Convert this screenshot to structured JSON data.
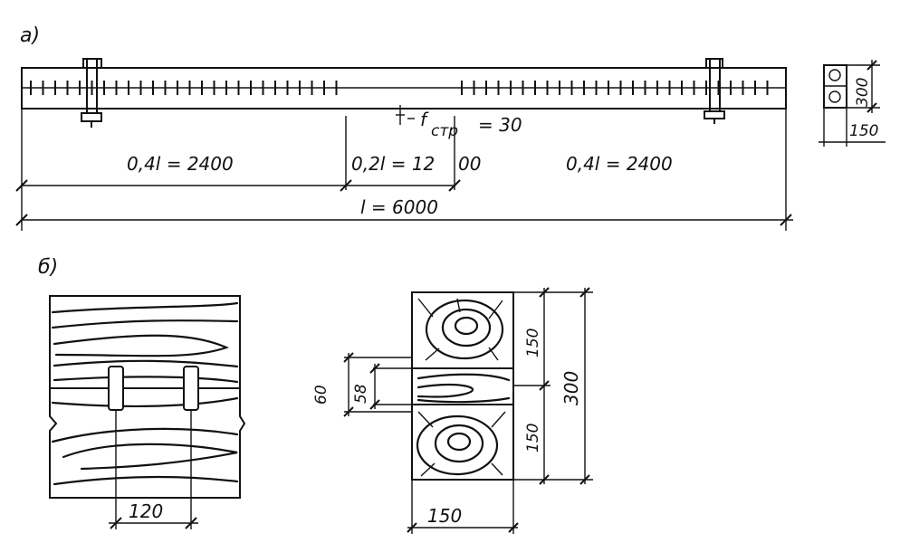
{
  "part_a": {
    "label": "а)",
    "deflection": "f",
    "deflection_sub": "стр",
    "deflection_value": "= 30",
    "dim_left": "0,4l = 2400",
    "dim_mid_a": "0,2l = 12",
    "dim_mid_b": "00",
    "dim_right": "0,4l = 2400",
    "dim_total": "l = 6000",
    "section_h": "300",
    "section_w": "150"
  },
  "part_b": {
    "label": "б)",
    "dowel_spacing": "120",
    "dim_60": "60",
    "dim_58": "58",
    "dim_150_top": "150",
    "dim_150_bottom": "150",
    "dim_300": "300",
    "dim_150_width": "150"
  }
}
